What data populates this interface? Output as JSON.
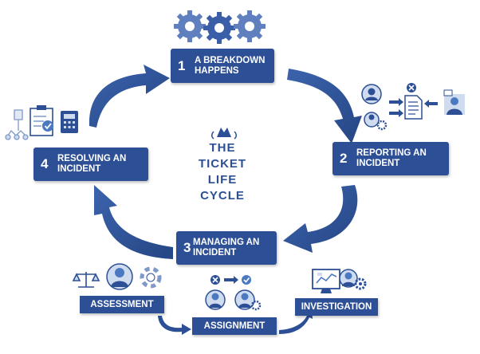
{
  "title": [
    "THE",
    "TICKET",
    "LIFE",
    "CYCLE"
  ],
  "steps": [
    {
      "number": "1",
      "label": "A BREAKDOWN\nHAPPENS"
    },
    {
      "number": "2",
      "label": "REPORTING AN\nINCIDENT"
    },
    {
      "number": "3",
      "label": "MANAGING AN\nINCIDENT"
    },
    {
      "number": "4",
      "label": "RESOLVING AN\nINCIDENT"
    }
  ],
  "sub_steps": {
    "assessment": "ASSESSMENT",
    "assignment": "ASSIGNMENT",
    "investigation": "INVESTIGATION"
  },
  "colors": {
    "primary": "#2d4f96",
    "light": "#cfdcef",
    "accent": "#4a79c2",
    "white": "#ffffff"
  }
}
